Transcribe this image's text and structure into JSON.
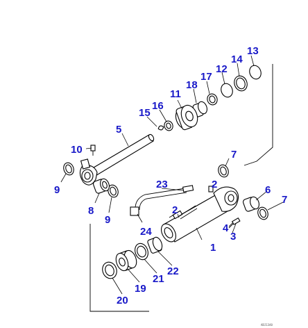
{
  "diagram": {
    "callouts": [
      "1",
      "2",
      "2",
      "3",
      "4",
      "5",
      "6",
      "7",
      "7",
      "8",
      "9",
      "9",
      "10",
      "11",
      "12",
      "13",
      "14",
      "15",
      "16",
      "17",
      "18",
      "19",
      "20",
      "21",
      "22",
      "23",
      "24"
    ],
    "drawing_ref": "ABJ1340"
  }
}
